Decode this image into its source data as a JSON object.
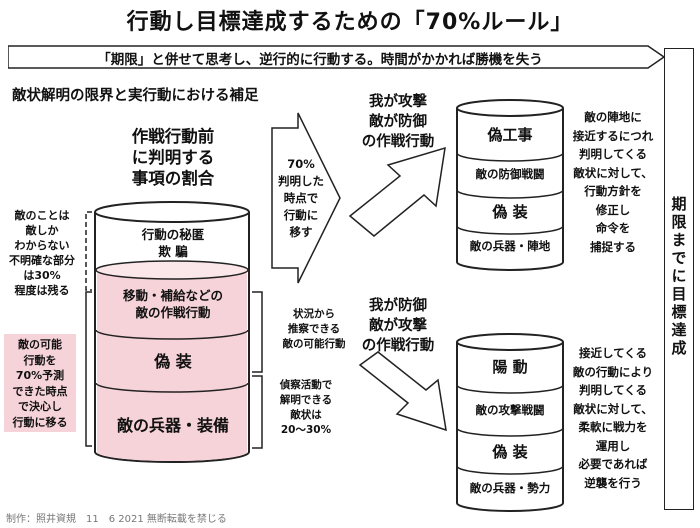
{
  "title": "行動し目標達成するための「70%ルール」",
  "banner": "「期限」と併せて思考し、逆行的に行動する。時間がかかれば勝機を失う",
  "subheading": "敵状解明の限界と実行動における補足",
  "right_vertical": "期限までに目標達成",
  "left_cylinder": {
    "heading": [
      "作戦行動前",
      "に判明する",
      "事項の割合"
    ],
    "band_top": [
      "行動の秘匿",
      "欺 騙"
    ],
    "band_move": [
      "移動・補給などの",
      "敵の作戦行動"
    ],
    "band_camo": "偽 装",
    "band_weapons": "敵の兵器・装備"
  },
  "left_note_unknown": [
    "敵のことは",
    "敵しか",
    "わからない",
    "不明確な部分",
    "は30%",
    "程度は残る"
  ],
  "left_note_pink": [
    "敵の可能",
    "行動を",
    "70%予測",
    "できた時点",
    "で決心し",
    "行動に移る"
  ],
  "mid_note_probable": [
    "状況から",
    "推察できる",
    "敵の可能行動"
  ],
  "mid_note_recon": [
    "偵察活動で",
    "解明できる",
    "敵状は",
    "20〜30%"
  ],
  "arrow_text": [
    "70%",
    "判明した",
    "時点で",
    "行動に",
    "移す"
  ],
  "upper": {
    "heading": [
      "我が攻撃",
      "敵が防御",
      "の作戦行動"
    ],
    "bands": [
      "偽工事",
      "敵の防御戦闘",
      "偽 装",
      "敵の兵器・陣地"
    ],
    "note": [
      "敵の陣地に",
      "接近するにつれ",
      "判明してくる",
      "敵状に対して、",
      "行動方針を",
      "修正し",
      "命令を",
      "捕捉する"
    ]
  },
  "lower": {
    "heading": [
      "我が防御",
      "敵が攻撃",
      "の作戦行動"
    ],
    "bands": [
      "陽 動",
      "敵の攻撃戦闘",
      "偽 装",
      "敵の兵器・勢力"
    ],
    "note": [
      "接近してくる",
      "敵の行動により",
      "判明してくる",
      "敵状に対して、",
      "柔軟に戦力を",
      "運用し",
      "必要であれば",
      "逆襲を行う"
    ]
  },
  "footer": "制作：照井資規　11　6 2021 無断転載を禁じる",
  "colors": {
    "pink_fill": "#f6d3d9",
    "pink_band": "#fbe6ea",
    "line": "#222222"
  }
}
